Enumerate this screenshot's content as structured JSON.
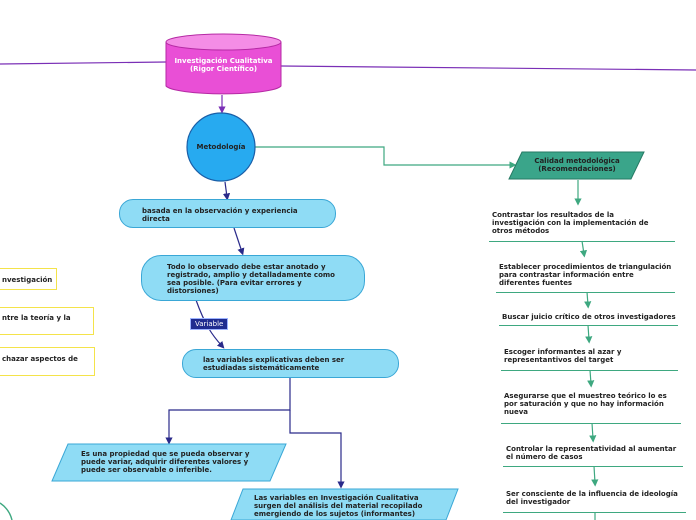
{
  "colors": {
    "root": "#e94fd6",
    "metodologia": "#27aaf0",
    "pill": "#8fdcf5",
    "parallelogram_blue": "#8fdcf5",
    "calidad": "#3aa58a",
    "leaf_line": "#3ea880",
    "link_dark": "#2a2a8a",
    "badge": "#1f2c8f",
    "yellow_border": "#f4e34a"
  },
  "root": {
    "line1": "Investigación Cualitativa",
    "line2": "(Rigor Científico)"
  },
  "metodologia": {
    "label": "Metodología"
  },
  "calidad": {
    "line1": "Calidad metodológica",
    "line2": "(Recomendaciones)"
  },
  "basada": {
    "line1": "basada en la observación y experiencia",
    "line2": "directa"
  },
  "todo": {
    "line1": "Todo lo observado debe estar anotado y",
    "line2": "registrado, amplio y detalladamente como",
    "line3": "sea posible. (Para evitar errores y",
    "line4": "distorsiones)"
  },
  "variable_badge": "Variable",
  "explicativas": {
    "line1": "las variables explicativas deben ser",
    "line2": "estudiadas sistemáticamente"
  },
  "propiedad": {
    "line1": "Es una propiedad que se pueda observar y",
    "line2": "puede variar, adquirir diferentes valores y",
    "line3": "puede ser observable o inferible."
  },
  "cualitativa": {
    "line1": "Las variables en Investigación Cualitativa",
    "line2": "surgen del análisis del material recopilado",
    "line3": "emergiendo de los sujetos (informantes)"
  },
  "left_boxes": [
    "nvestigación",
    "ntre la teoría y la",
    "chazar aspectos de"
  ],
  "recommendations": [
    [
      "Contrastar los resultados de la",
      "investigación con la implementación de",
      "otros métodos"
    ],
    [
      "Establecer procedimientos de triangulación",
      "para contrastar información entre",
      "diferentes fuentes"
    ],
    [
      "Buscar juicio crítico de otros investigadores"
    ],
    [
      "Escoger informantes al azar y",
      "representantivos del target"
    ],
    [
      "Asegurarse que el muestreo teórico lo es",
      "por saturación y que no hay información",
      "nueva"
    ],
    [
      "Controlar la representatividad al aumentar",
      "el número de casos"
    ],
    [
      "Ser consciente de la influencia de ideología",
      "del investigador"
    ]
  ]
}
